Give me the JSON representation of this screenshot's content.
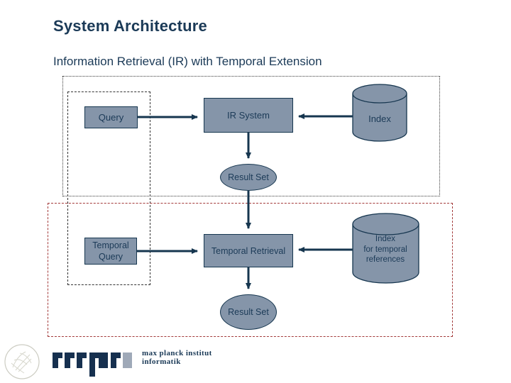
{
  "slide": {
    "title": "System Architecture",
    "subtitle": "Information Retrieval (IR) with Temporal Extension"
  },
  "diagram": {
    "top_section": {
      "query_label": "Query",
      "ir_system_label": "IR System",
      "index_label": "Index",
      "result_set_label": "Result Set"
    },
    "bottom_section": {
      "temporal_query_label": "Temporal Query",
      "temporal_retrieval_label": "Temporal Retrieval",
      "index_lines": [
        "Index",
        "for temporal",
        "references"
      ],
      "result_set_label": "Result Set"
    }
  },
  "footer": {
    "institute_line1": "max planck institut",
    "institute_line2": "informatik"
  },
  "colors": {
    "text_navy": "#1B3A57",
    "line_navy": "#16364F",
    "shape_fill": "#8595A9",
    "red_dashed_border": "#A33A3A",
    "logo_gray_block": "#9FA9B8"
  }
}
